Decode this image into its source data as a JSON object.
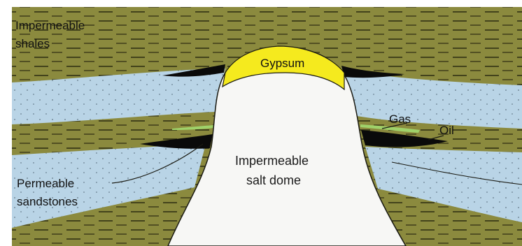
{
  "labels": {
    "shales_line1": "Impermeable",
    "shales_line2": "shales",
    "gypsum": "Gypsum",
    "gas": "Gas",
    "oil": "Oil",
    "dome_line1": "Impermeable",
    "dome_line2": "salt dome",
    "sandstone_line1": "Permeable",
    "sandstone_line2": "sandstones"
  },
  "colors": {
    "shale": "#8b8a3e",
    "sandstone": "#b9d4e6",
    "gypsum": "#f5ea1e",
    "oil": "#0a0a0a",
    "gas": "#9fd26a",
    "salt_dome": "#f7f7f5",
    "outline": "#1a1a12"
  }
}
